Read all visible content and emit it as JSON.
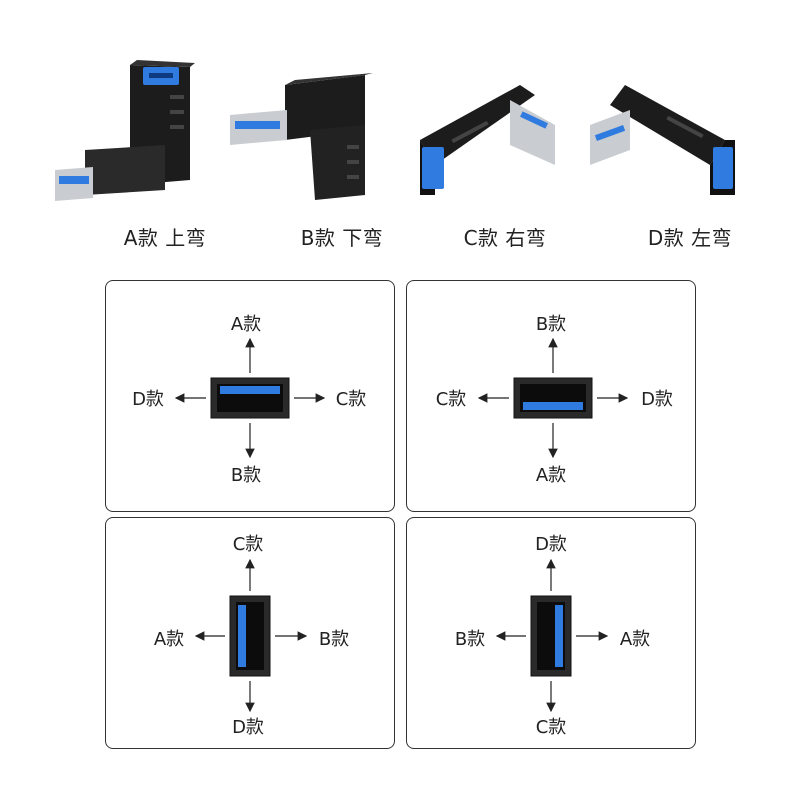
{
  "products": [
    {
      "label": "A款 上弯"
    },
    {
      "label": "B款 下弯"
    },
    {
      "label": "C款 右弯"
    },
    {
      "label": "D款 左弯"
    }
  ],
  "panels": [
    {
      "top": "A款",
      "bottom": "B款",
      "left": "D款",
      "right": "C款"
    },
    {
      "top": "B款",
      "bottom": "A款",
      "left": "C款",
      "right": "D款"
    },
    {
      "top": "C款",
      "bottom": "D款",
      "left": "A款",
      "right": "B款"
    },
    {
      "top": "D款",
      "bottom": "C款",
      "left": "B款",
      "right": "A款"
    }
  ],
  "colors": {
    "usb_blue": "#2f7be0",
    "body_black": "#1c1c1c",
    "metal": "#c9ccd0"
  }
}
